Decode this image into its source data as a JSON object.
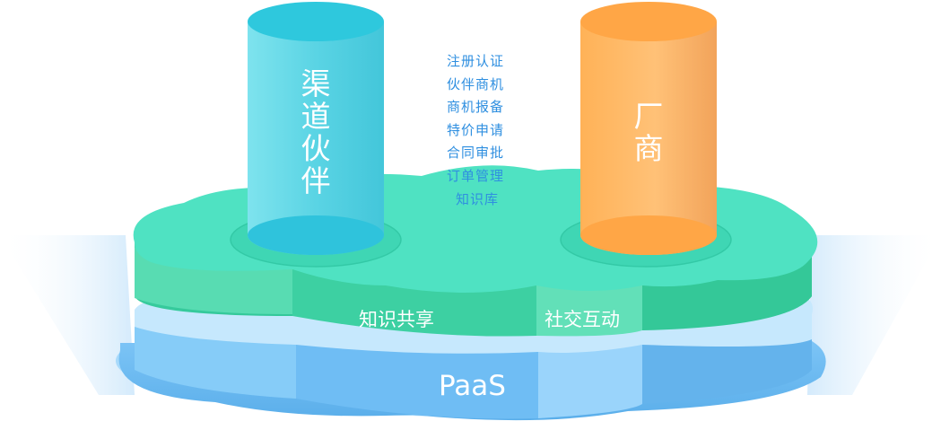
{
  "diagram": {
    "base_layer": {
      "label": "PaaS"
    },
    "middle_layer": {
      "labels": [
        "知识共享",
        "社交互动"
      ]
    },
    "left_cylinder": {
      "label_chars": [
        "渠",
        "道",
        "伙",
        "伴"
      ]
    },
    "right_cylinder": {
      "label_chars": [
        "厂",
        "商"
      ]
    },
    "features": [
      "注册认证",
      "伙伴商机",
      "商机报备",
      "特价申请",
      "合同审批",
      "订单管理",
      "知识库"
    ],
    "colors": {
      "paas_blue": "#68b8f2",
      "cloud_green": "#3fdcae",
      "partner_cyan": "#52cfe0",
      "vendor_orange": "#ffab55",
      "feature_text": "#2f8fe0"
    }
  }
}
